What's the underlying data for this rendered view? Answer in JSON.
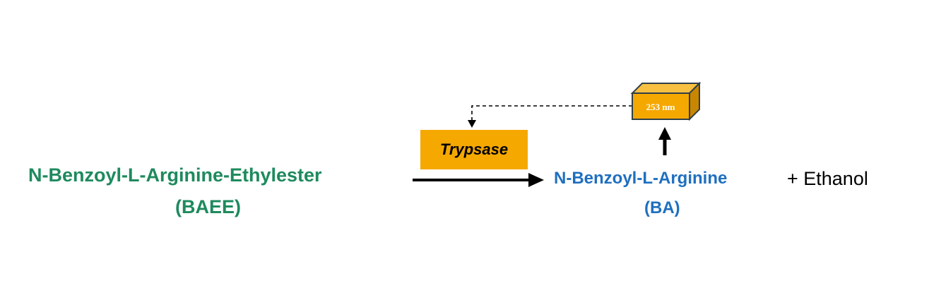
{
  "colors": {
    "substrate": "#1e8a5e",
    "product": "#1f6fbf",
    "enzyme_fill": "#f5a800",
    "box_front": "#f5a800",
    "box_top": "#f8c040",
    "box_side": "#c98600",
    "box_outline": "#2f3f4a",
    "arrow": "#000000"
  },
  "substrate": {
    "name": "N-Benzoyl-L-Arginine-Ethylester",
    "abbr": "(BAEE)"
  },
  "enzyme": {
    "label": "Trypsase"
  },
  "product": {
    "name": "N-Benzoyl-L-Arginine",
    "abbr": "(BA)"
  },
  "byproduct": {
    "text": "+ Ethanol"
  },
  "detector": {
    "wavelength_label": "253 nm"
  }
}
